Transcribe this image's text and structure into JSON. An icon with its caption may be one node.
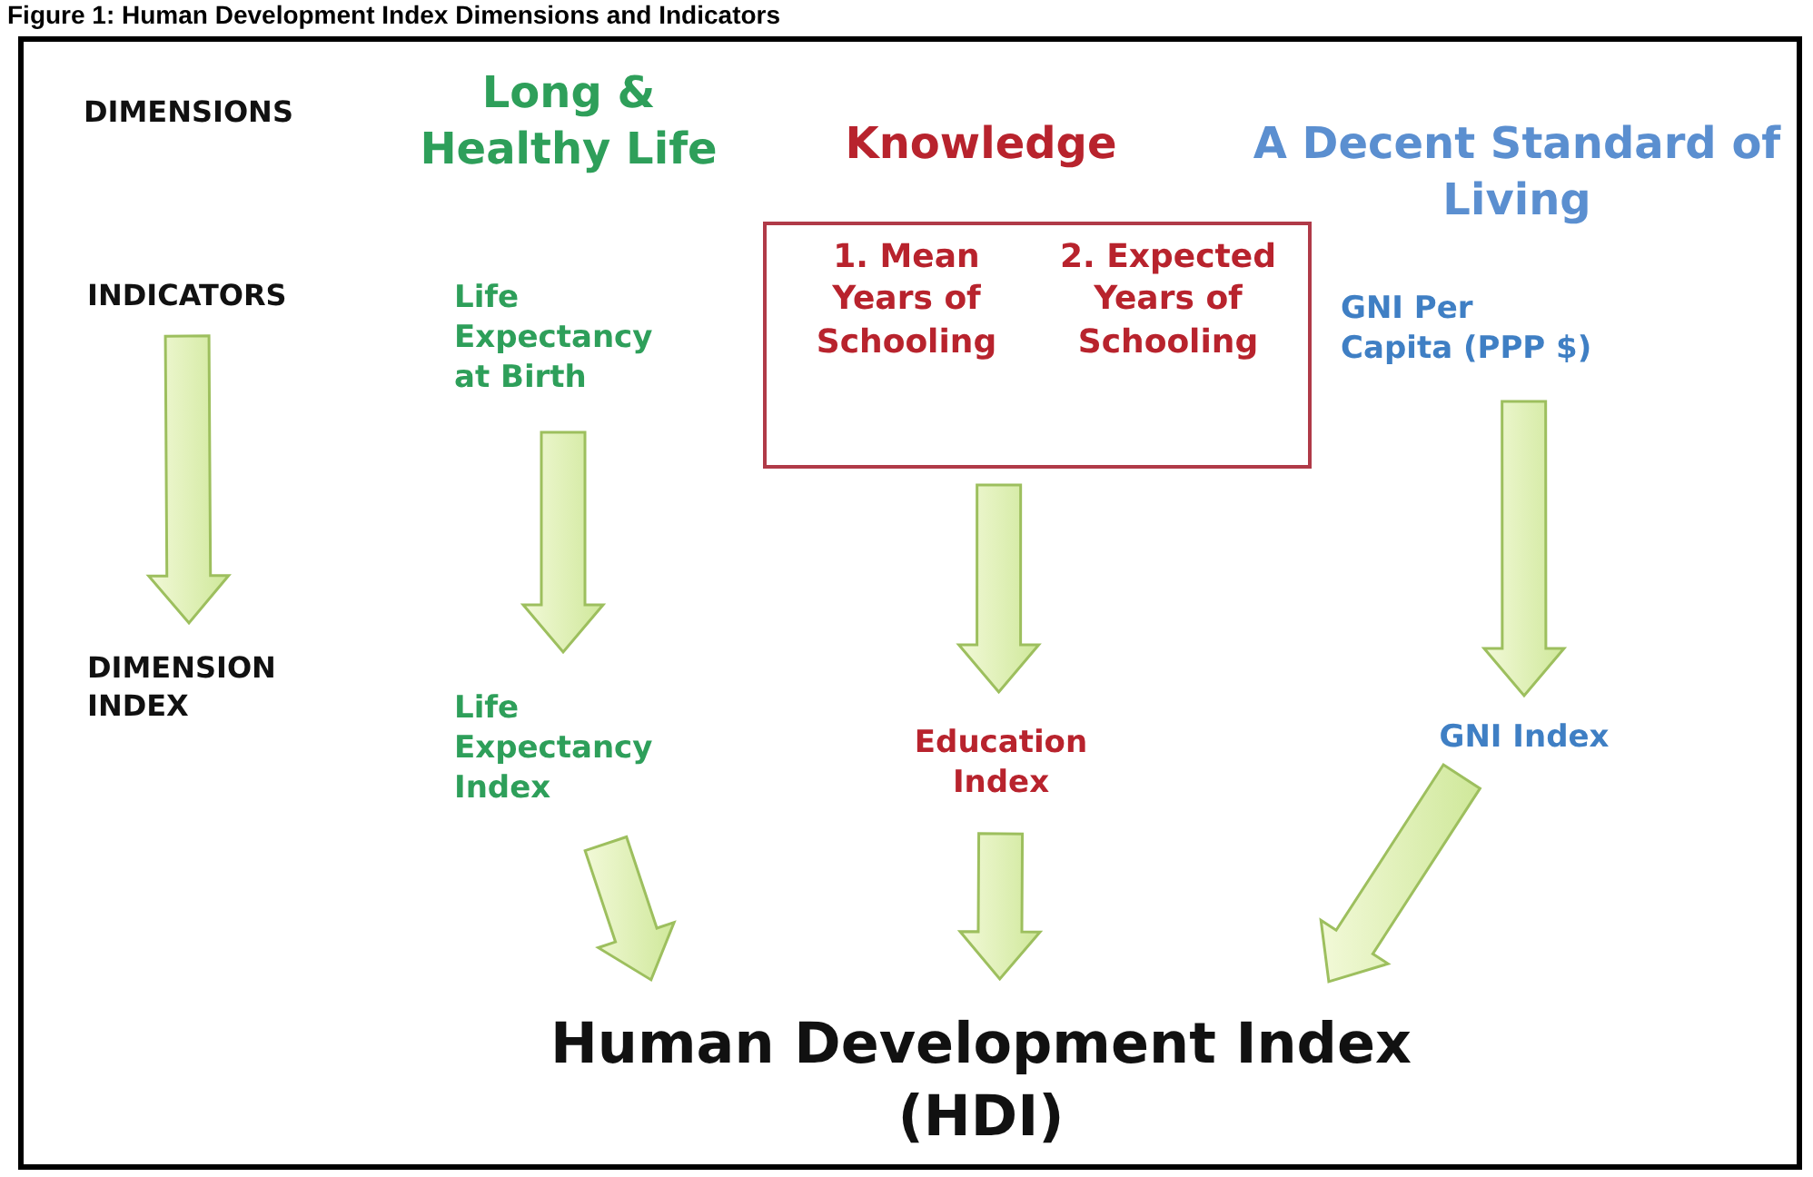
{
  "diagram": {
    "title": "Figure 1: Human Development Index Dimensions and Indicators",
    "nodes": [
      {
        "text": [
          "INDICATORS"
        ]
      },
      {
        "text": [
          "Life Expectancy at Birth"
        ]
      },
      {
        "text": [
          "1. Mean Years of Schooling",
          "2. Expected Years of Schooling"
        ]
      },
      {
        "text": [
          "GNI Per Capita (PPP $)"
        ]
      },
      {
        "text": [
          "DIMENSION INDEX"
        ]
      },
      {
        "text": [
          "Life Expectancy Index"
        ]
      },
      {
        "text": [
          "Education Index"
        ]
      },
      {
        "text": [
          "GNI Index"
        ]
      },
      {
        "text": [
          "Human Development Index (HDI)"
        ]
      }
    ],
    "edges": [
      {
        "from": 0,
        "to": 4,
        "arrow": "to"
      },
      {
        "from": 1,
        "to": 5,
        "arrow": "to"
      },
      {
        "from": 2,
        "to": 6,
        "arrow": "to"
      },
      {
        "from": 3,
        "to": 7,
        "arrow": "to"
      },
      {
        "from": 5,
        "to": 8,
        "arrow": "to"
      },
      {
        "from": 6,
        "to": 8,
        "arrow": "to"
      },
      {
        "from": 7,
        "to": 8,
        "arrow": "to"
      }
    ],
    "labels": [
      "DIMENSIONS",
      "Long & Healthy Life",
      "Knowledge",
      "A Decent Standard of Living"
    ]
  }
}
